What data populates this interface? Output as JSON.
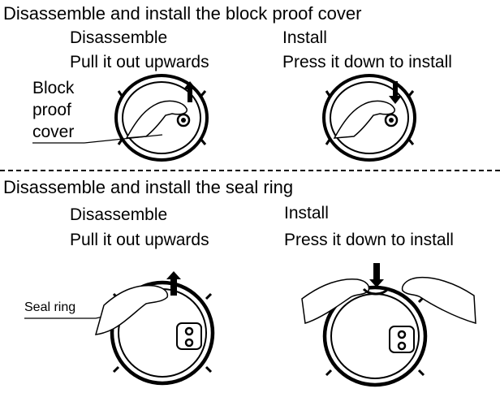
{
  "section1": {
    "title": "Disassemble and install the block proof cover",
    "disassemble": {
      "heading": "Disassemble",
      "instruction": "Pull it out upwards"
    },
    "install": {
      "heading": "Install",
      "instruction": "Press it down to install"
    },
    "callout": {
      "line1": "Block",
      "line2": "proof",
      "line3": "cover"
    }
  },
  "section2": {
    "title": "Disassemble and install the seal ring",
    "disassemble": {
      "heading": "Disassemble",
      "instruction": "Pull it out upwards"
    },
    "install": {
      "heading": "Install",
      "instruction": "Press it down to install"
    },
    "callout": "Seal ring"
  }
}
